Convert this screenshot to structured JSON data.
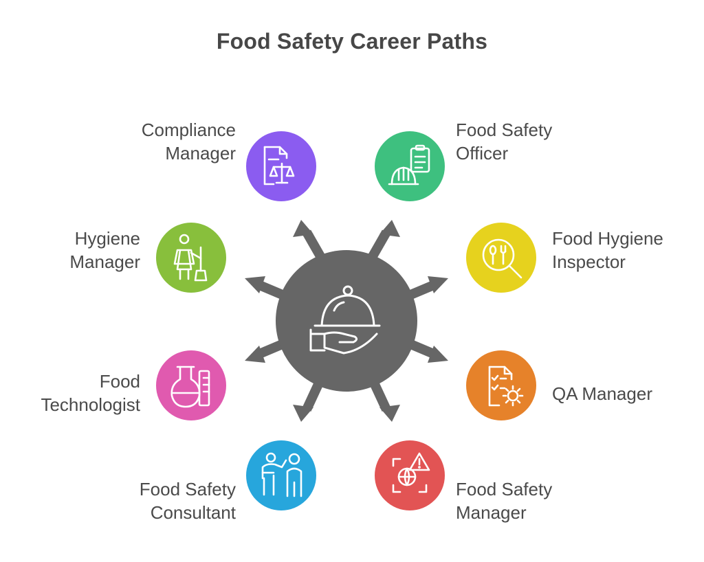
{
  "title": "Food Safety Career Paths",
  "colors": {
    "hub": "#666666",
    "arrow": "#666666",
    "label_text": "#4a4a4a"
  },
  "roles": [
    {
      "id": "compliance-manager",
      "lines": [
        "Compliance",
        "Manager"
      ],
      "color": "#8b5cf0",
      "icon": "document-scale-icon"
    },
    {
      "id": "food-safety-officer",
      "lines": [
        "Food Safety",
        "Officer"
      ],
      "color": "#3ec07f",
      "icon": "hardhat-clipboard-icon"
    },
    {
      "id": "hygiene-manager",
      "lines": [
        "Hygiene",
        "Manager"
      ],
      "color": "#88bf3c",
      "icon": "cleaner-broom-icon"
    },
    {
      "id": "food-hygiene-inspector",
      "lines": [
        "Food Hygiene",
        "Inspector"
      ],
      "color": "#e6d21e",
      "icon": "magnifier-utensils-icon"
    },
    {
      "id": "food-technologist",
      "lines": [
        "Food",
        "Technologist"
      ],
      "color": "#e05aaf",
      "icon": "flask-cylinder-icon"
    },
    {
      "id": "qa-manager",
      "lines": [
        "QA Manager"
      ],
      "color": "#e6822a",
      "icon": "checklist-gear-icon"
    },
    {
      "id": "food-safety-consultant",
      "lines": [
        "Food Safety",
        "Consultant"
      ],
      "color": "#27a6dc",
      "icon": "presenter-people-icon"
    },
    {
      "id": "food-safety-manager",
      "lines": [
        "Food Safety",
        "Manager"
      ],
      "color": "#e25454",
      "icon": "globe-warning-icon"
    }
  ],
  "hub": {
    "icon": "cloche-hand-icon"
  }
}
